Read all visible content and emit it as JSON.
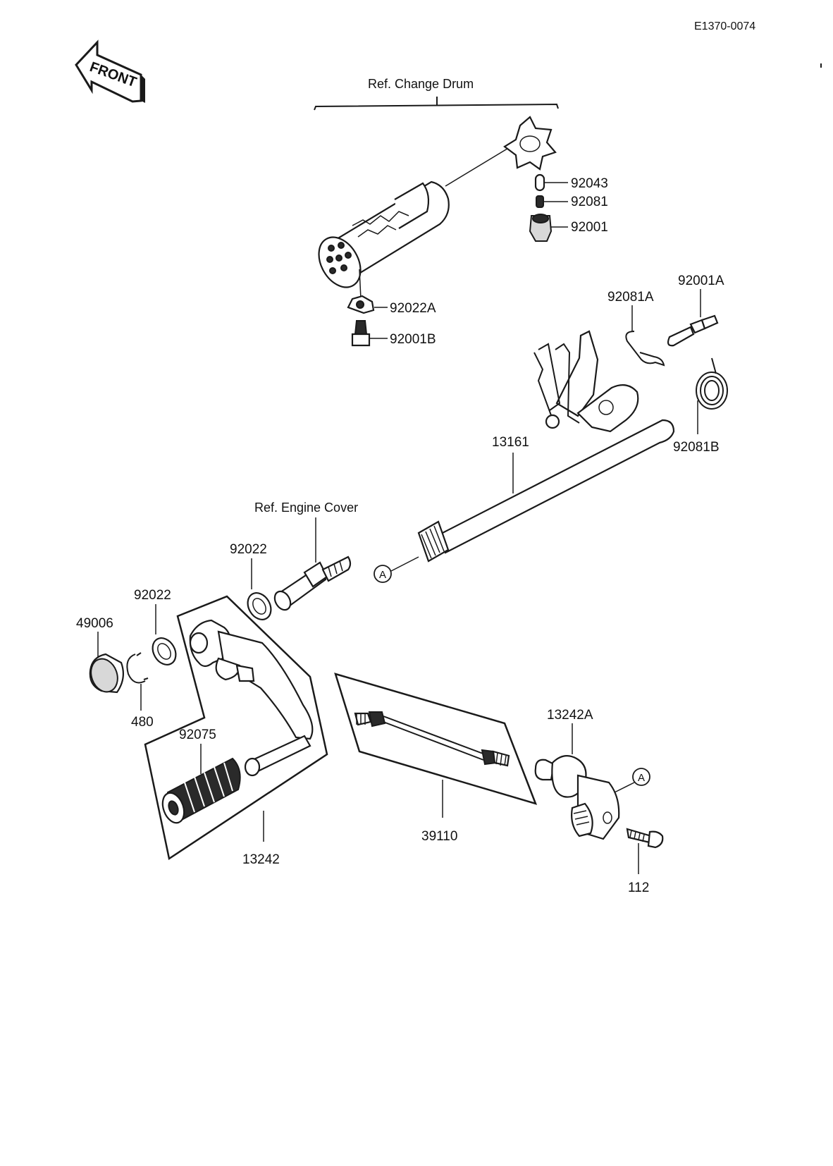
{
  "document_code": "E1370-0074",
  "front_arrow": {
    "label": "FRONT",
    "icon": "front-arrow-icon"
  },
  "references": {
    "change_drum": "Ref.  Change Drum",
    "engine_cover": "Ref.  Engine Cover"
  },
  "connection_marker": "A",
  "part_numbers": {
    "p92043": "92043",
    "p92081": "92081",
    "p92001": "92001",
    "p92022A": "92022A",
    "p92001B": "92001B",
    "p92081A": "92081A",
    "p92001A": "92001A",
    "p92081B": "92081B",
    "p13161": "13161",
    "p92022_upper": "92022",
    "p92022_lower": "92022",
    "p49006": "49006",
    "p480": "480",
    "p92075": "92075",
    "p13242": "13242",
    "p13242A": "13242A",
    "p39110": "39110",
    "p112": "112"
  }
}
